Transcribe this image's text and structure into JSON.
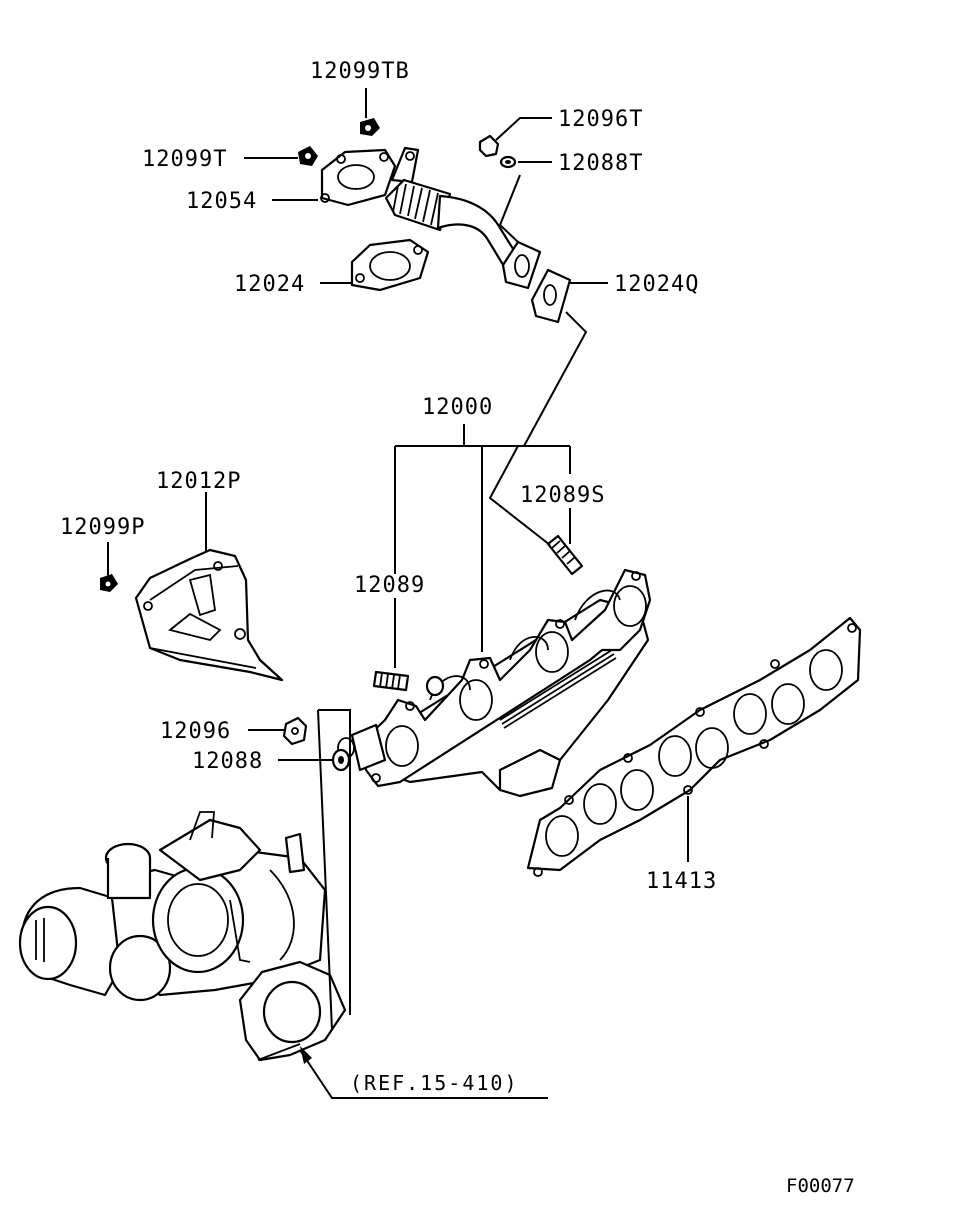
{
  "figure_code": "F00077",
  "reference": "(REF.15-410)",
  "callouts": {
    "p12099TB": "12099TB",
    "p12096T": "12096T",
    "p12099T": "12099T",
    "p12088T": "12088T",
    "p12054": "12054",
    "p12024": "12024",
    "p12024Q": "12024Q",
    "p12000": "12000",
    "p12012P": "12012P",
    "p12089S": "12089S",
    "p12099P": "12099P",
    "p12089": "12089",
    "p12096": "12096",
    "p12088": "12088",
    "p11413": "11413"
  },
  "colors": {
    "line": "#000000",
    "background": "#ffffff"
  }
}
